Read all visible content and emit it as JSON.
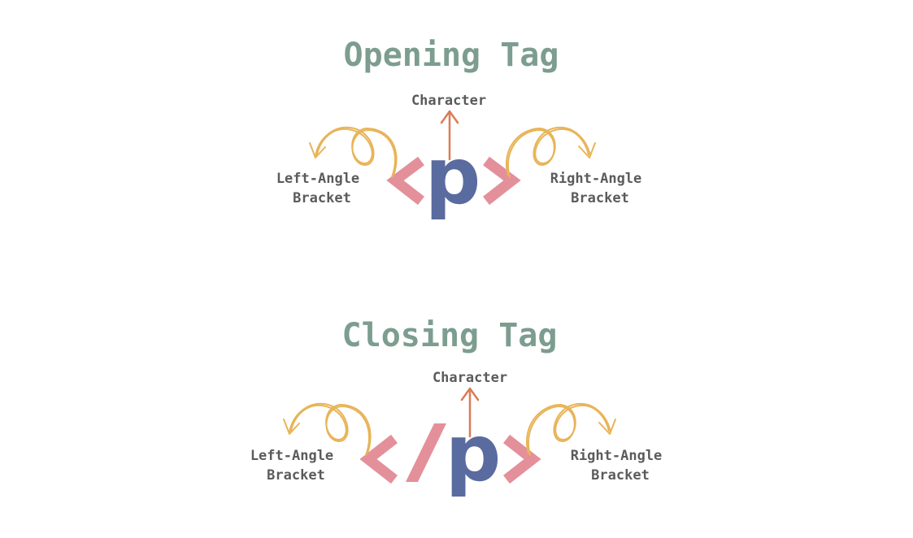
{
  "opening": {
    "title": "Opening Tag",
    "character_label": "Character",
    "character": "p",
    "left_label": [
      "Left-Angle",
      "Bracket"
    ],
    "right_label": [
      "Right-Angle",
      "Bracket"
    ]
  },
  "closing": {
    "title": "Closing Tag",
    "character_label": "Character",
    "character": "p",
    "left_label": [
      "Left-Angle",
      "Bracket"
    ],
    "right_label": [
      "Right-Angle",
      "Bracket"
    ]
  },
  "colors": {
    "title": "#7c9d8f",
    "label": "#5b5b5b",
    "bracket": "#e3909a",
    "character": "#5a6b9f",
    "curl_arrow": "#e8b458",
    "character_arrow": "#d97d57"
  }
}
